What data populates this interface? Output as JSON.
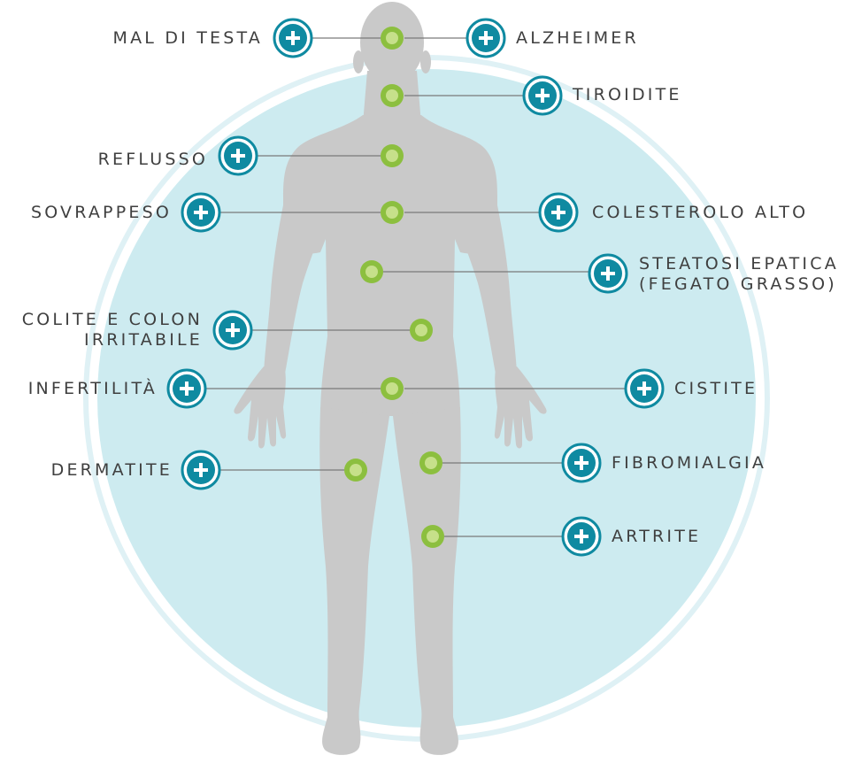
{
  "colors": {
    "circle_fill": "#cdebf0",
    "circle_ring": "#d6eef3",
    "body_silhouette": "#c9c9c9",
    "button_fill": "#0f8aa1",
    "button_ring": "#0f8aa1",
    "point_outer": "#8cbf3f",
    "point_inner": "#c6e08a",
    "connector_line": "#7a7a7a",
    "label_text": "#3f3f3f"
  },
  "conditions": [
    {
      "id": "mal-di-testa",
      "lines": [
        "MAL DI TESTA"
      ],
      "side": "left",
      "icon": "plus-circle-icon"
    },
    {
      "id": "alzheimer",
      "lines": [
        "ALZHEIMER"
      ],
      "side": "right",
      "icon": "plus-circle-icon"
    },
    {
      "id": "tiroidite",
      "lines": [
        "TIROIDITE"
      ],
      "side": "right",
      "icon": "plus-circle-icon"
    },
    {
      "id": "reflusso",
      "lines": [
        "REFLUSSO"
      ],
      "side": "left",
      "icon": "plus-circle-icon"
    },
    {
      "id": "sovrappeso",
      "lines": [
        "SOVRAPPESO"
      ],
      "side": "left",
      "icon": "plus-circle-icon"
    },
    {
      "id": "colesterolo-alto",
      "lines": [
        "COLESTEROLO ALTO"
      ],
      "side": "right",
      "icon": "plus-circle-icon"
    },
    {
      "id": "steatosi-epatica",
      "lines": [
        "STEATOSI EPATICA",
        "(FEGATO GRASSO)"
      ],
      "side": "right",
      "icon": "plus-circle-icon"
    },
    {
      "id": "colite",
      "lines": [
        "COLITE E COLON",
        "IRRITABILE"
      ],
      "side": "left",
      "icon": "plus-circle-icon"
    },
    {
      "id": "infertilita",
      "lines": [
        "INFERTILITÀ"
      ],
      "side": "left",
      "icon": "plus-circle-icon"
    },
    {
      "id": "cistite",
      "lines": [
        "CISTITE"
      ],
      "side": "right",
      "icon": "plus-circle-icon"
    },
    {
      "id": "dermatite",
      "lines": [
        "DERMATITE"
      ],
      "side": "left",
      "icon": "plus-circle-icon"
    },
    {
      "id": "fibromialgia",
      "lines": [
        "FIBROMIALGIA"
      ],
      "side": "right",
      "icon": "plus-circle-icon"
    },
    {
      "id": "artrite",
      "lines": [
        "ARTRITE"
      ],
      "side": "right",
      "icon": "plus-circle-icon"
    }
  ]
}
